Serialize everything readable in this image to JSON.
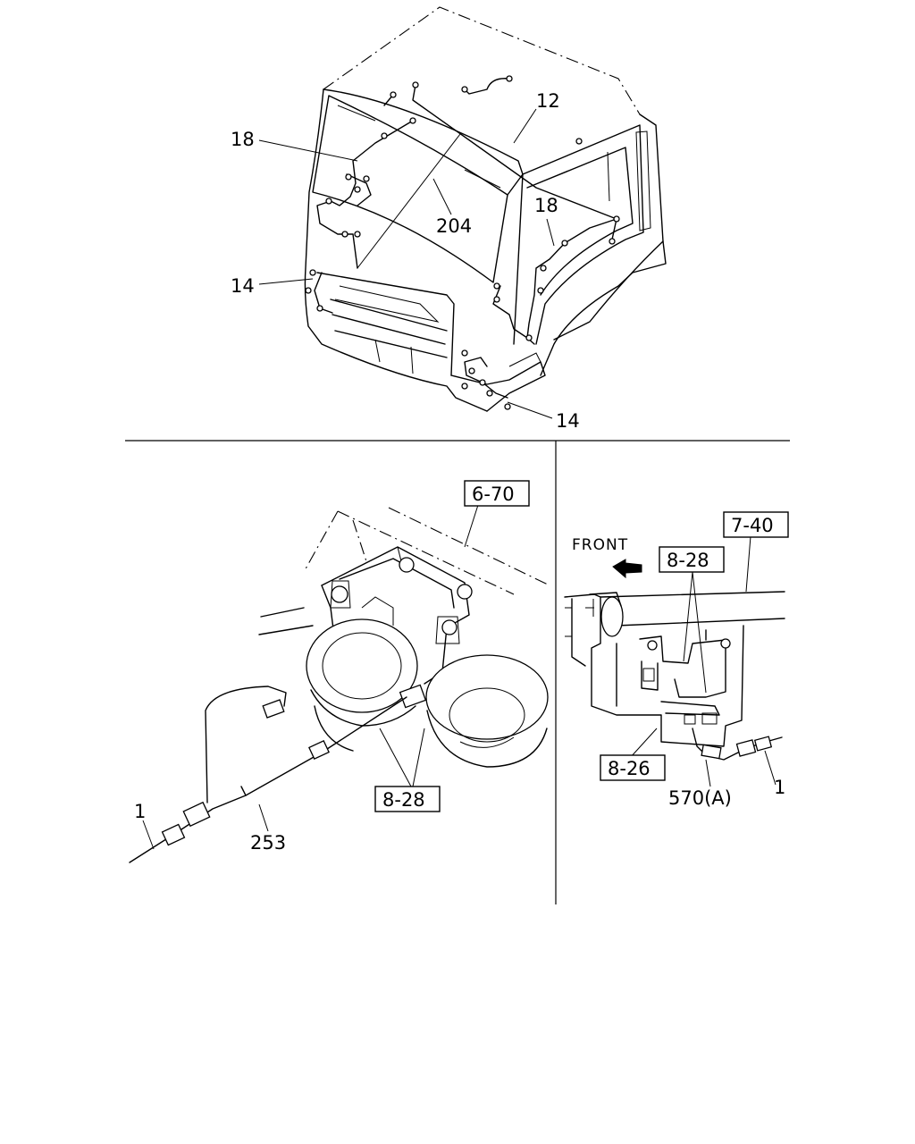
{
  "top": {
    "callouts": {
      "c12": "12",
      "c18a": "18",
      "c18b": "18",
      "c204": "204",
      "c14a": "14",
      "c14b": "14"
    }
  },
  "bottom_left": {
    "ref_6_70": "6-70",
    "ref_8_28": "8-28",
    "c1": "1",
    "c253": "253"
  },
  "bottom_right": {
    "front_label": "FRONT",
    "ref_7_40": "7-40",
    "ref_8_28": "8-28",
    "ref_8_26": "8-26",
    "c570": "570(A)",
    "c1": "1"
  }
}
